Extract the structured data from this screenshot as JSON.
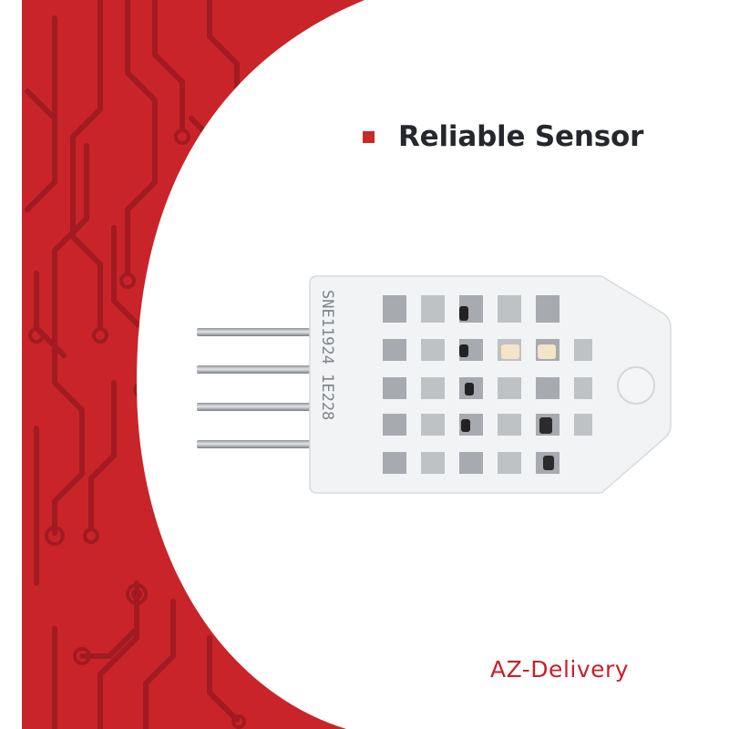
{
  "headline": {
    "text": "Reliable Sensor",
    "bullet_color": "#cc2a2a",
    "text_color": "#25272e"
  },
  "sensor": {
    "part_label": "SNE11924 1E228",
    "body_color": "#f1f3f4",
    "pins": 4
  },
  "brand": {
    "name": "AZ-Delivery",
    "color": "#c8202a"
  },
  "background": {
    "red_panel_color": "#c9242a",
    "trace_color": "#a11b20",
    "page_color": "#ffffff"
  }
}
